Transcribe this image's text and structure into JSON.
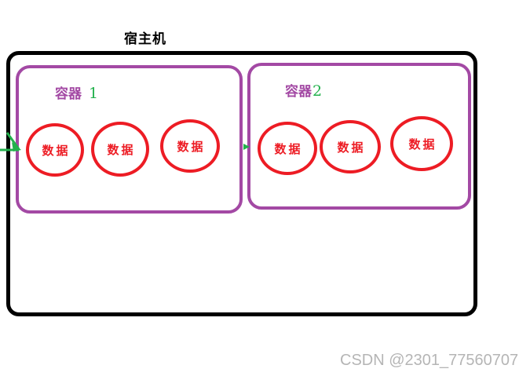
{
  "title": "宿主机",
  "containers": [
    {
      "label": "容器",
      "number": "1",
      "circles": [
        "数据",
        "数据",
        "数据"
      ]
    },
    {
      "label": "容器",
      "number": "2",
      "circles": [
        "数据",
        "数据",
        "数据"
      ]
    }
  ],
  "watermark": "CSDN @2301_77560707",
  "colors": {
    "host_border": "#000000",
    "container_border": "#A349A4",
    "container_label": "#A349A4",
    "number_green": "#22B14C",
    "circle_red": "#ED1C24",
    "arrow_green": "#22B14C",
    "watermark_gray": "#B5B5B5"
  },
  "icons": {
    "left_arrow": "green-arrow-into-container-1",
    "middle_arrow": "green-arrowhead-into-container-2"
  }
}
